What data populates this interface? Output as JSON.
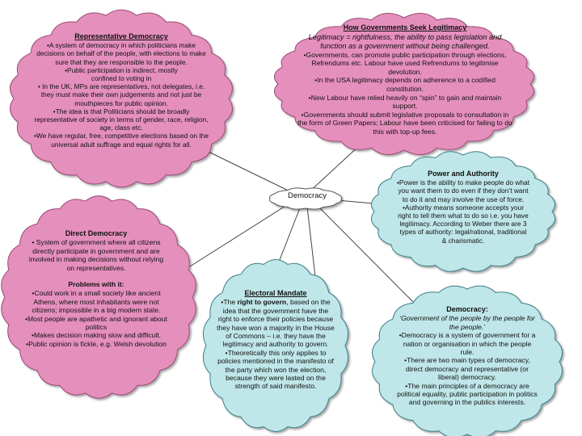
{
  "colors": {
    "pink": "#e58fbd",
    "pink_edge": "#9a4a74",
    "cyan": "#bfe6e8",
    "cyan_edge": "#3c7f86",
    "line": "#444444"
  },
  "center": {
    "label": "Democracy"
  },
  "nodes": {
    "representative": {
      "title": "Representative Democracy",
      "lines": [
        "•A system of democracy in which politicians make decisions on behalf of the people, with elections to make sure that they are responsible to the people.",
        "•Public participation is indirect, mostly confined to voting in",
        "• In the UK, MPs are representatives, not delegates, i.e. they must make their own judgements and not just be mouthpieces for public opinion.",
        "•The idea is that Politicians should be broadly representative of society in terms of gender, race, religion, age, class etc.",
        "•We have regular, free, competitive elections based on the universal adult suffrage and equal rights for all."
      ]
    },
    "legitimacy": {
      "title": "How Governments Seek Legitimacy",
      "subtitle": "Legitimacy = rightfulness, the ability to pass legislation and function as a government without being challenged.",
      "lines": [
        "•Governments. can promote public participation through elections, Refrendums etc.  Labour have used Refrendums to legitimise devolution.",
        "•In the USA legitimacy depends on adherence to a codified constitution.",
        "•New Labour have relied heavily on “spin” to gain and maintain support.",
        "•Governments should submit legislative proposals to consultation in the form of Green Papers; Labour have been criticised for failing to do this with top-up fees."
      ]
    },
    "power": {
      "title": "Power and Authority",
      "lines": [
        "•Power is the ability to make people do what you want them to do even if they don’t want to do it and may involve the use of force.",
        "•Authority means someone accepts your right to tell them what to do so i.e. you have legitimacy.  According to Weber there are 3 types of authority: legal/rational, traditional & charismatic."
      ]
    },
    "direct": {
      "title": "Direct Democracy",
      "lines": [
        "• System of government where all citizens directly participate in government and are involved in making decisions without relying on representatives."
      ],
      "problems_title": "Problems with it:",
      "problems": [
        "•Could work in a small society like ancient Athens, where most inhabitants were not citizens; impossible in a big modern state.",
        "•Most people are apathetic and ignorant about politics",
        "•Makes decision making slow and difficult.",
        "•Public opinion is fickle, e.g. Welsh devolution"
      ]
    },
    "mandate": {
      "title": "Electoral Mandate",
      "lead_pre": "•The ",
      "lead_em": "right to govern",
      "lead_post": ", based on the idea that the government have the right to enforce their policies because they have won a  majority in the House of Commons – i.e. they have the legitimacy and authority to govern.",
      "lines": [
        "•Theoretically this only applies to policies mentioned in the manifesto of the party which won the election, because they were lasted on the strength of said manifesto."
      ]
    },
    "democracy": {
      "title": "Democracy:",
      "subtitle": "‘Government of the people by the people for the people.’",
      "lines": [
        "•Democracy is a system of government for a nation or organisation in which the people rule.",
        "•There are two main types of democracy, direct democracy and representative (or liberal) democracy.",
        "•The main principles of a democracy are political equality, public participation in politics and governing in the publics interests."
      ]
    }
  }
}
